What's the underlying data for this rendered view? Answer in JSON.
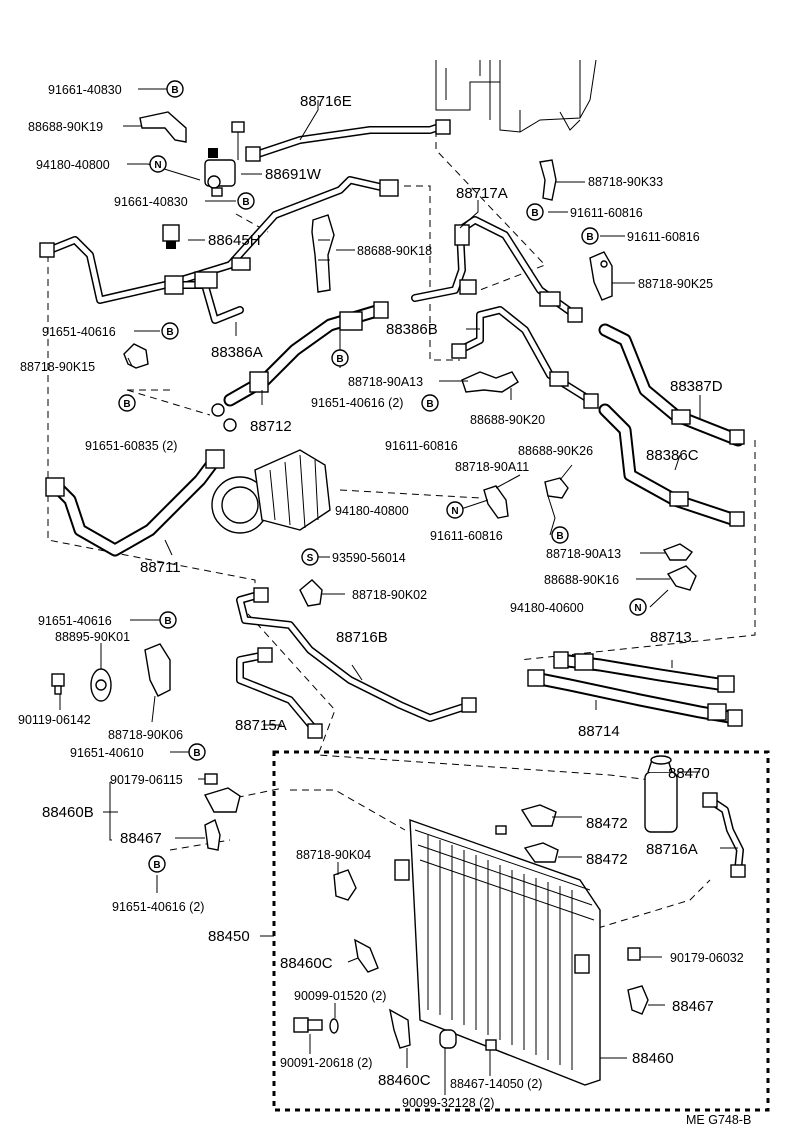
{
  "diagram": {
    "labels": {
      "p_91661_40830_a": "91661-40830",
      "p_88688_90K19": "88688-90K19",
      "p_94180_40800_a": "94180-40800",
      "p_88691W": "88691W",
      "p_91661_40830_b": "91661-40830",
      "p_88645H": "88645H",
      "p_88716E": "88716E",
      "p_88717A": "88717A",
      "p_88718_90K33": "88718-90K33",
      "p_91611_60816_a": "91611-60816",
      "p_91611_60816_b": "91611-60816",
      "p_88718_90K25": "88718-90K25",
      "p_88688_90K18": "88688-90K18",
      "p_88386A": "88386A",
      "p_91651_40616_a": "91651-40616",
      "p_88718_90K15": "88718-90K15",
      "p_88386B": "88386B",
      "p_88387D": "88387D",
      "p_88718_90A13_a": "88718-90A13",
      "p_91651_40616_2": "91651-40616 (2)",
      "p_88688_90K20": "88688-90K20",
      "p_91611_60816_c": "91611-60816",
      "p_88712": "88712",
      "p_91651_60835_2": "91651-60835 (2)",
      "p_88688_90K26": "88688-90K26",
      "p_88718_90A11": "88718-90A11",
      "p_88386C": "88386C",
      "p_94180_40800_b": "94180-40800",
      "p_91611_60816_d": "91611-60816",
      "p_88711": "88711",
      "p_93590_56014": "93590-56014",
      "p_88718_90K02": "88718-90K02",
      "p_88718_90A13_b": "88718-90A13",
      "p_88688_90K16": "88688-90K16",
      "p_94180_40600": "94180-40600",
      "p_91651_40616_b": "91651-40616",
      "p_88895_90K01": "88895-90K01",
      "p_88716B": "88716B",
      "p_88713": "88713",
      "p_90119_06142": "90119-06142",
      "p_88718_90K06": "88718-90K06",
      "p_88715A": "88715A",
      "p_88714": "88714",
      "p_91651_40610": "91651-40610",
      "p_90179_06115": "90179-06115",
      "p_88470": "88470",
      "p_88460B": "88460B",
      "p_88467_a": "88467",
      "p_88472_a": "88472",
      "p_88472_b": "88472",
      "p_88716A": "88716A",
      "p_91651_40616_2b": "91651-40616 (2)",
      "p_88718_90K04": "88718-90K04",
      "p_88450": "88450",
      "p_88460C_a": "88460C",
      "p_90179_06032": "90179-06032",
      "p_90099_01520_2": "90099-01520 (2)",
      "p_88467_b": "88467",
      "p_90091_20618_2": "90091-20618 (2)",
      "p_88460C_b": "88460C",
      "p_88467_14050_2": "88467-14050 (2)",
      "p_88460": "88460",
      "p_90099_32128_2": "90099-32128 (2)",
      "footer_code": "ME   G748-B"
    },
    "symbols": {
      "bolt": "B",
      "nut": "N",
      "screw": "S"
    }
  }
}
